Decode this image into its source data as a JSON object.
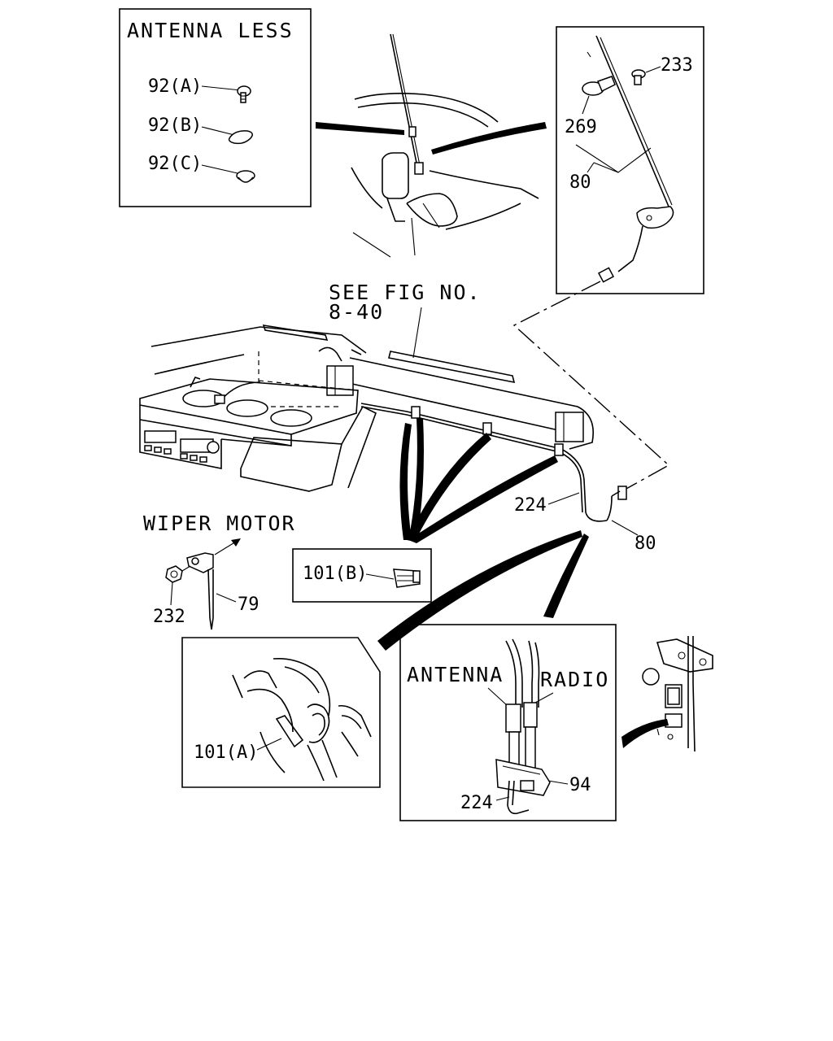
{
  "titles": {
    "antenna_less": "ANTENNA LESS",
    "see_fig_line1": "SEE FIG NO.",
    "see_fig_line2": "8-40",
    "wiper_motor": "WIPER MOTOR",
    "antenna": "ANTENNA",
    "radio": "RADIO"
  },
  "callouts": {
    "p92a": "92(A)",
    "p92b": "92(B)",
    "p92c": "92(C)",
    "p233": "233",
    "p269": "269",
    "p80_top": "80",
    "p224_mid": "224",
    "p80_mid": "80",
    "p101b": "101(B)",
    "p232": "232",
    "p79": "79",
    "p101a": "101(A)",
    "p94": "94",
    "p224_inset": "224"
  }
}
